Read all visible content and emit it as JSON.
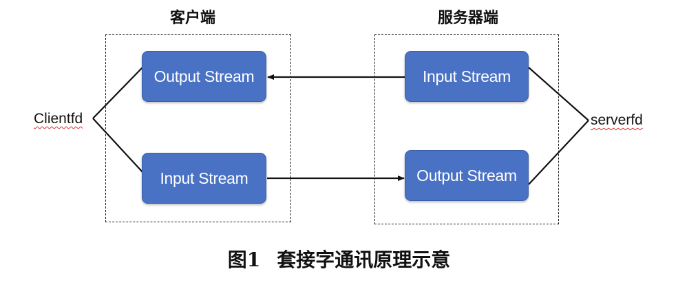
{
  "groups": {
    "client": {
      "title": "客户端"
    },
    "server": {
      "title": "服务器端"
    }
  },
  "boxes": {
    "client_output": "Output Stream",
    "client_input": "Input Stream",
    "server_input": "Input Stream",
    "server_output": "Output Stream"
  },
  "endpoints": {
    "client": "Clientfd",
    "server": "serverfd"
  },
  "caption": {
    "figure_number": "图1",
    "text": "套接字通讯原理示意"
  },
  "colors": {
    "box_fill": "#4a72c4",
    "box_border": "#3a5fa8",
    "line": "#111111"
  }
}
